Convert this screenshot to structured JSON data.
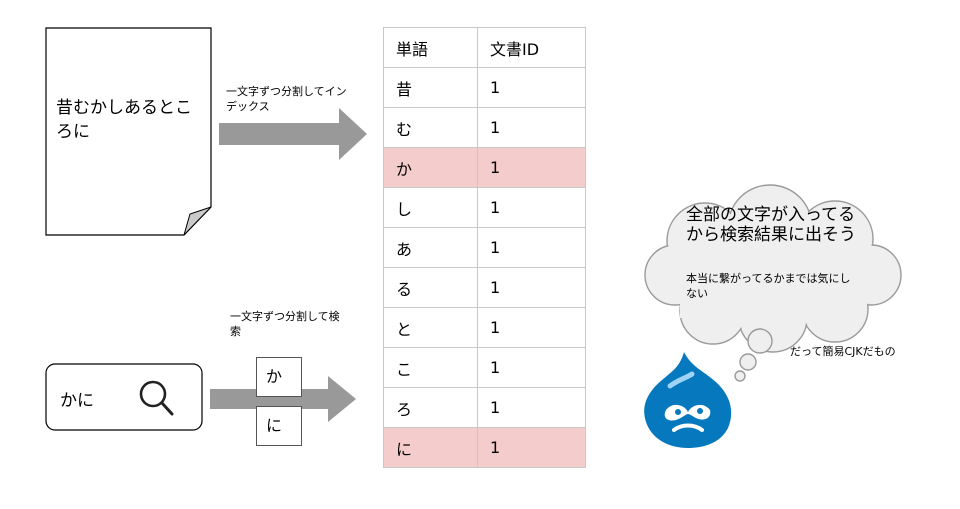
{
  "document": {
    "text": "昔むかしあるところに"
  },
  "index_arrow": {
    "label": "一文字ずつ分割してインデックス"
  },
  "table": {
    "headers": [
      "単語",
      "文書ID"
    ],
    "rows": [
      {
        "word": "昔",
        "doc_id": "1",
        "highlight": false
      },
      {
        "word": "む",
        "doc_id": "1",
        "highlight": false
      },
      {
        "word": "か",
        "doc_id": "1",
        "highlight": true
      },
      {
        "word": "し",
        "doc_id": "1",
        "highlight": false
      },
      {
        "word": "あ",
        "doc_id": "1",
        "highlight": false
      },
      {
        "word": "る",
        "doc_id": "1",
        "highlight": false
      },
      {
        "word": "と",
        "doc_id": "1",
        "highlight": false
      },
      {
        "word": "こ",
        "doc_id": "1",
        "highlight": false
      },
      {
        "word": "ろ",
        "doc_id": "1",
        "highlight": false
      },
      {
        "word": "に",
        "doc_id": "1",
        "highlight": true
      }
    ],
    "highlight_color": "#f4cccc"
  },
  "search": {
    "query": "かに",
    "icon": "search-icon",
    "arrow_label": "一文字ずつ分割して検索",
    "tokens": [
      "か",
      "に"
    ]
  },
  "thought": {
    "title": "全部の文字が入ってるから検索結果に出そう",
    "subtitle": "本当に繋がってるかまでは気にしない"
  },
  "mascot": {
    "icon": "drupal-drop-icon",
    "color": "#0678be"
  },
  "caption": "だって簡易CJKだもの",
  "colors": {
    "arrow": "#999999",
    "cloud": "#efefef"
  }
}
